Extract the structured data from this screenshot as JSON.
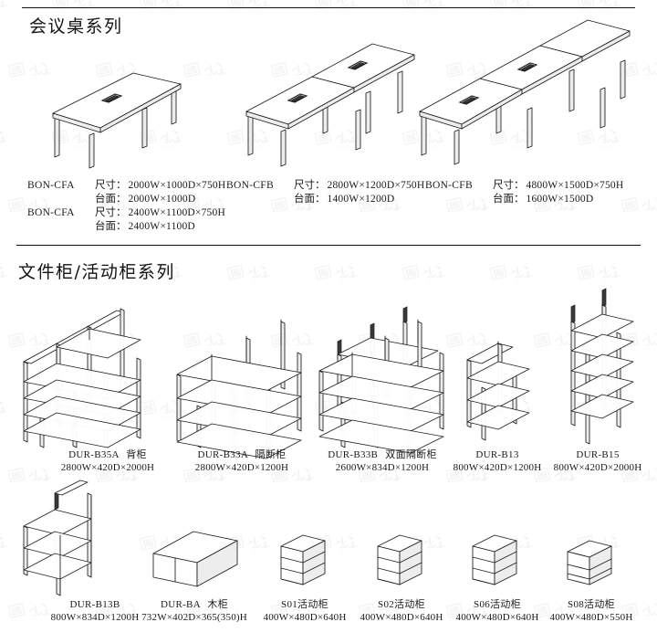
{
  "document": {
    "type": "furniture-catalog-page",
    "watermark_text": "Oriental Huaao"
  },
  "sections": [
    {
      "id": "conference-tables",
      "title": "会议桌系列",
      "products": [
        {
          "id": "bon-cfa",
          "specs": [
            {
              "code": "BON-CFA",
              "size_label": "尺寸：",
              "size_value": "2000W×1000D×750H",
              "top_label": "台面：",
              "top_value": "2000W×1000D"
            },
            {
              "code": "BON-CFA",
              "size_label": "尺寸：",
              "size_value": "2400W×1100D×750H",
              "top_label": "台面：",
              "top_value": "2400W×1100D"
            }
          ]
        },
        {
          "id": "bon-cfb-2800",
          "specs": [
            {
              "code": "BON-CFB",
              "size_label": "尺寸：",
              "size_value": "2800W×1200D×750H",
              "top_label": "台面：",
              "top_value": "1400W×1200D"
            }
          ]
        },
        {
          "id": "bon-cfb-4800",
          "specs": [
            {
              "code": "BON-CFB",
              "size_label": "尺寸：",
              "size_value": "4800W×1500D×750H",
              "top_label": "台面：",
              "top_value": "1600W×1500D"
            }
          ]
        }
      ]
    },
    {
      "id": "cabinets",
      "title": "文件柜/活动柜系列",
      "row1": [
        {
          "code": "DUR-B35A",
          "name": "背柜",
          "dim": "2800W×420D×2000H"
        },
        {
          "code": "DUR-B33A",
          "name": "隔断柜",
          "dim": "2800W×420D×1200H"
        },
        {
          "code": "DUR-B33B",
          "name": "双面隔断柜",
          "dim": "2600W×834D×1200H"
        },
        {
          "code": "DUR-B13",
          "name": "",
          "dim": "800W×420D×1200H"
        },
        {
          "code": "DUR-B15",
          "name": "",
          "dim": "800W×420D×2000H"
        }
      ],
      "row2": [
        {
          "code": "DUR-B13B",
          "name": "",
          "dim": "800W×834D×1200H"
        },
        {
          "code": "DUR-BA",
          "name": "木柜",
          "dim": "732W×402D×365(350)H"
        },
        {
          "code": "S01活动柜",
          "name": "",
          "dim": "400W×480D×640H"
        },
        {
          "code": "S02活动柜",
          "name": "",
          "dim": "400W×480D×640H"
        },
        {
          "code": "S06活动柜",
          "name": "",
          "dim": "400W×480D×640H"
        },
        {
          "code": "S08活动柜",
          "name": "",
          "dim": "400W×480D×550H"
        }
      ]
    }
  ]
}
